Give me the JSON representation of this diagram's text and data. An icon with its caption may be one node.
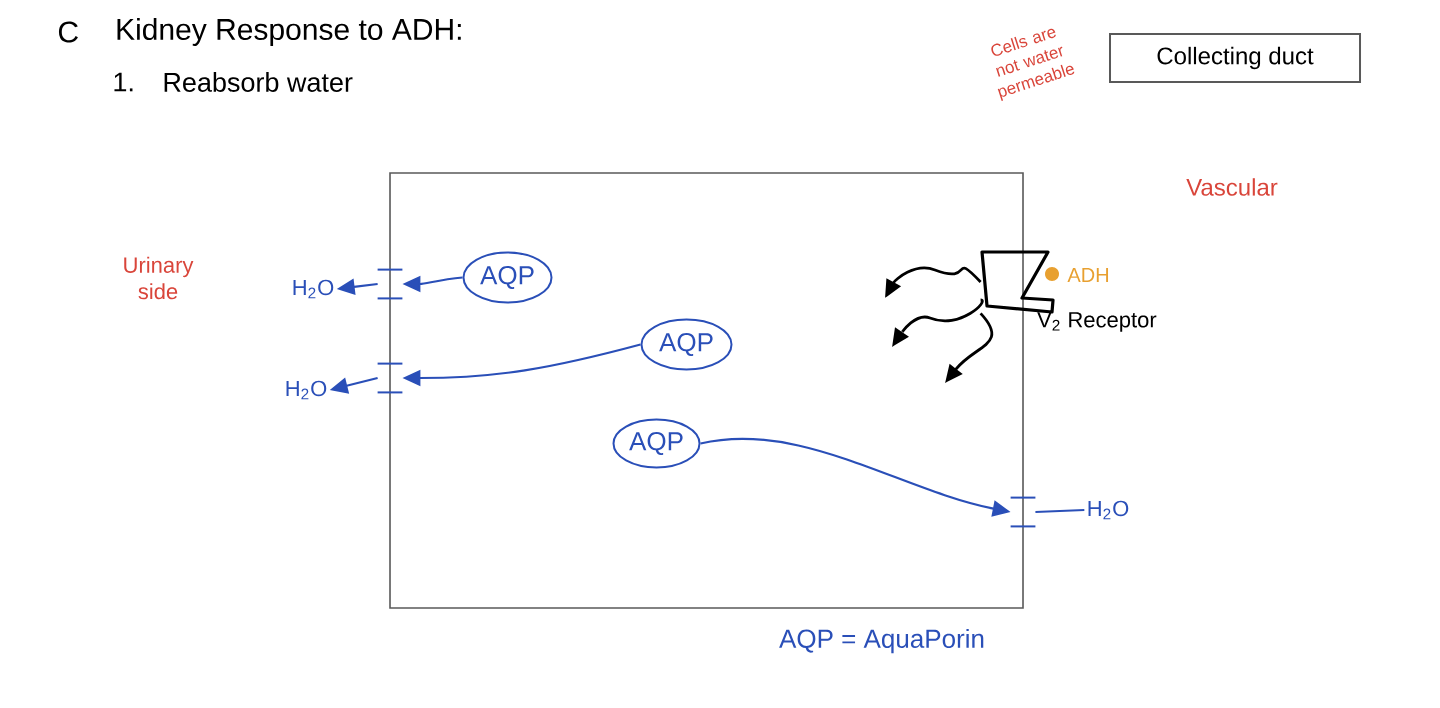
{
  "diagram": {
    "title": "Kidney Response to ADH:",
    "nodes": [
      {
        "text": [
          "Collecting duct"
        ]
      },
      {
        "text": [],
        "shape": "box"
      },
      {
        "text": [
          "AQP"
        ],
        "in": 1
      },
      {
        "text": [
          "AQP"
        ],
        "in": 1
      },
      {
        "text": [
          "AQP"
        ],
        "in": 1
      },
      {
        "text": [
          "H$_{2}$O"
        ]
      },
      {
        "text": [
          "H$_{2}$O"
        ]
      },
      {
        "text": [
          "H$_{2}$O"
        ]
      },
      {
        "text": [],
        "shape": "channel"
      },
      {
        "text": [],
        "shape": "channel"
      },
      {
        "text": [],
        "shape": "channel"
      },
      {
        "text": [],
        "shape": "receptor",
        "beside": [
          "V$_{2}$ Receptor"
        ]
      }
    ],
    "edges": [
      {
        "from": 2,
        "to": 8,
        "arrow": "to"
      },
      {
        "from": 8,
        "to": 5,
        "arrow": "to"
      },
      {
        "from": 3,
        "to": 9,
        "arrow": "to"
      },
      {
        "from": 9,
        "to": 6,
        "arrow": "to"
      },
      {
        "from": 4,
        "to": 10,
        "arrow": "to"
      },
      {
        "from": 10,
        "to": 7,
        "arrow": "none"
      },
      {
        "from": 11,
        "to": null,
        "arrow": "to",
        "color": "#000000"
      },
      {
        "from": 11,
        "to": null,
        "arrow": "to",
        "color": "#000000"
      },
      {
        "from": 11,
        "to": null,
        "arrow": "to",
        "color": "#000000"
      }
    ],
    "labels": [
      "C",
      "1.",
      "Reabsorb water",
      "Cells are not water permeable",
      "Vascular",
      "Urinary side",
      "ADH",
      "AQP = AquaPorin"
    ]
  }
}
